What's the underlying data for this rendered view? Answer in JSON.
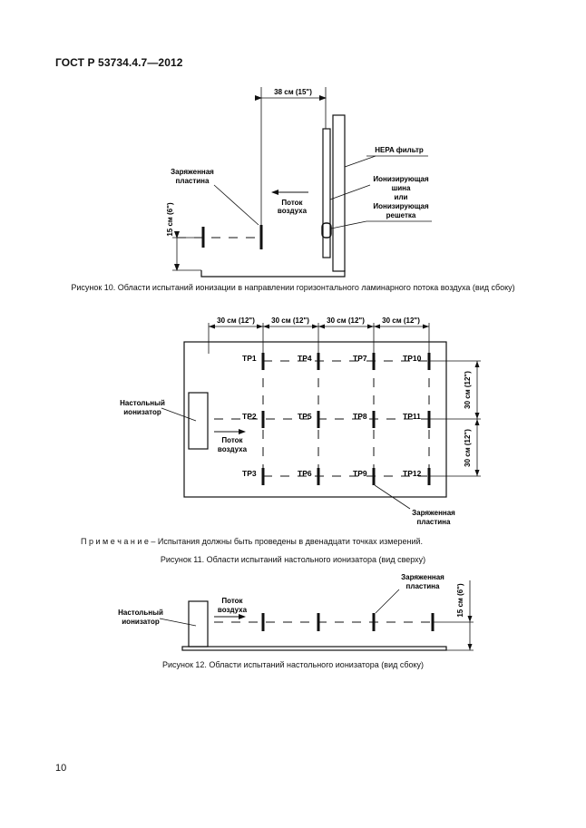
{
  "header": {
    "title": "ГОСТ Р 53734.4.7—2012"
  },
  "figure10": {
    "caption": "Рисунок 10. Области испытаний ионизации в направлении горизонтального ламинарного потока воздуха (вид сбоку)",
    "dimension_top": "38 см (15\")",
    "dimension_side": "15 см (6\")",
    "labels": {
      "hepa": "HEPA фильтр",
      "ion_bus": [
        "Ионизирующая",
        "шина"
      ],
      "or": "или",
      "ion_grid": [
        "Ионизирующая",
        "решетка"
      ],
      "charged_plate": [
        "Заряженная",
        "пластина"
      ],
      "airflow": [
        "Поток",
        "воздуха"
      ]
    }
  },
  "figure11": {
    "caption": "Рисунок 11. Области испытаний настольного ионизатора (вид сверху)",
    "dimensions_top": [
      "30 см (12\")",
      "30 см (12\")",
      "30 см (12\")",
      "30 см (12\")"
    ],
    "dimensions_side": [
      "30 см (12\")",
      "30 см (12\")"
    ],
    "points": [
      "TP1",
      "TP4",
      "TP7",
      "TP10",
      "TP2",
      "TP5",
      "TP8",
      "TP11",
      "TP3",
      "TP6",
      "TP9",
      "TP12"
    ],
    "labels": {
      "ionizer": [
        "Настольный",
        "ионизатор"
      ],
      "airflow": [
        "Поток",
        "воздуха"
      ],
      "charged_plate": [
        "Заряженная",
        "пластина"
      ]
    }
  },
  "note": {
    "prefix": "П р и м е ч а н и е",
    "text": " – Испытания должны быть проведены в двенадцати точках измерений."
  },
  "figure12": {
    "caption": "Рисунок 12. Области испытаний настольного ионизатора (вид сбоку)",
    "dimension_side": "15 см (6\")",
    "labels": {
      "ionizer": [
        "Настольный",
        "ионизатор"
      ],
      "airflow": [
        "Поток",
        "воздуха"
      ],
      "charged_plate": [
        "Заряженная",
        "пластина"
      ]
    }
  },
  "page_number": "10"
}
